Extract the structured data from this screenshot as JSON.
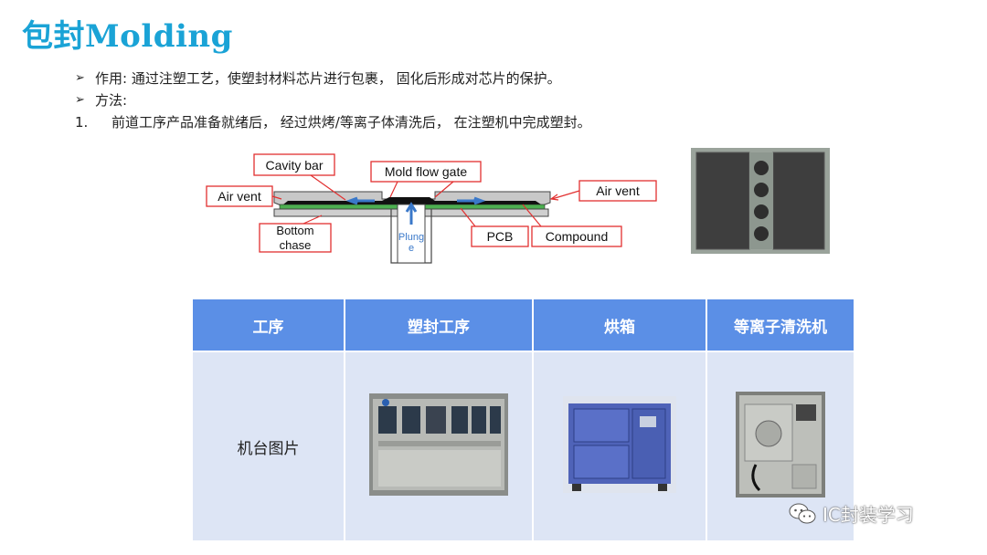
{
  "title": "包封Molding",
  "bullets": [
    {
      "marker": "➢",
      "text": "作用: 通过注塑工艺，使塑封材料芯片进行包裹， 固化后形成对芯片的保护。"
    },
    {
      "marker": "➢",
      "text": "方法:"
    }
  ],
  "step": {
    "num": "1.",
    "text": "前道工序产品准备就绪后， 经过烘烤/等离子体清洗后， 在注塑机中完成塑封。"
  },
  "diagram": {
    "labels": {
      "cavity_bar": "Cavity bar",
      "mold_flow_gate": "Mold flow gate",
      "air_vent_left": "Air vent",
      "air_vent_right": "Air vent",
      "bottom_chase_1": "Bottom",
      "bottom_chase_2": "chase",
      "pcb": "PCB",
      "compound": "Compound",
      "plunger_1": "Plung",
      "plunger_2": "e"
    }
  },
  "table": {
    "headers": [
      "工序",
      "塑封工序",
      "烘箱",
      "等离子清洗机"
    ],
    "row_label": "机台图片"
  },
  "watermark": "IC封装学习",
  "colors": {
    "title": "#1aa3d6",
    "header_bg": "#5b8fe6",
    "cell_bg": "#dde5f5",
    "callout": "#e23030"
  }
}
